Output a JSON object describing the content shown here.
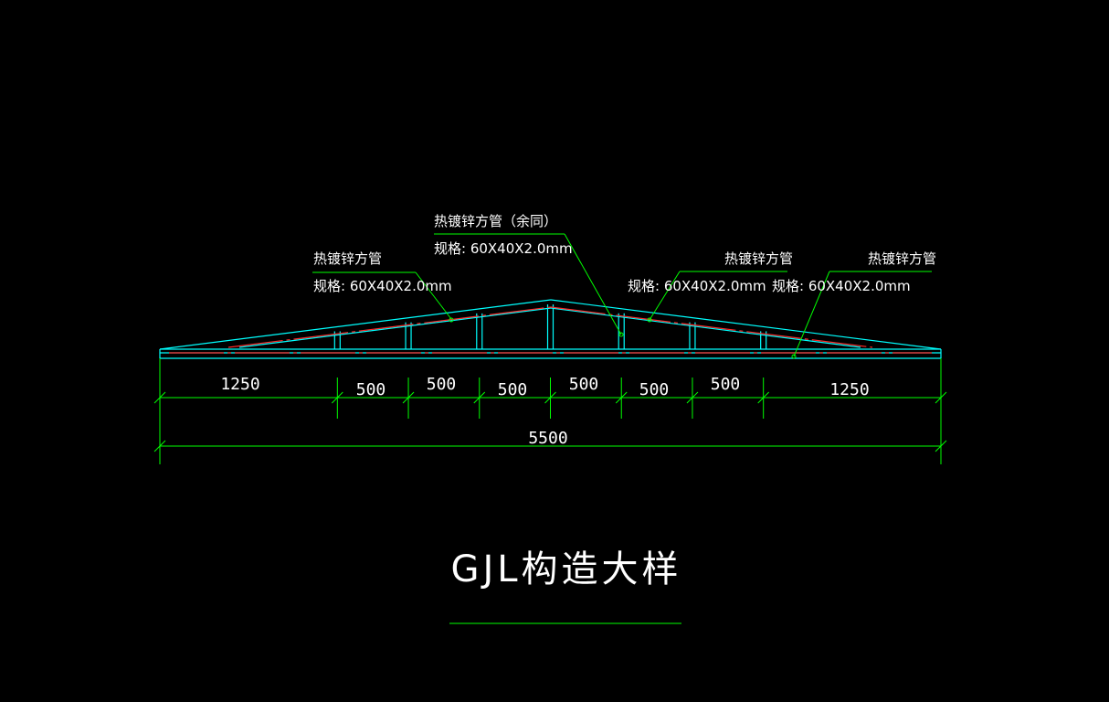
{
  "colors": {
    "background": "#000000",
    "truss": "#00ffff",
    "centerline": "#ff2a2a",
    "dimension": "#00ff00",
    "leader": "#00ff00",
    "text": "#ffffff"
  },
  "labels": [
    {
      "title": "热镀锌方管",
      "spec": "规格: 60X40X2.0mm"
    },
    {
      "title": "热镀锌方管（余同）",
      "spec": "规格: 60X40X2.0mm"
    },
    {
      "title": "热镀锌方管",
      "spec": "规格: 60X40X2.0mm"
    },
    {
      "title": "热镀锌方管",
      "spec": "规格: 60X40X2.0mm"
    }
  ],
  "dimensions": {
    "segments": [
      "1250",
      "500",
      "500",
      "500",
      "500",
      "500",
      "500",
      "1250"
    ],
    "total": "5500"
  },
  "drawing_title": "GJL构造大样"
}
